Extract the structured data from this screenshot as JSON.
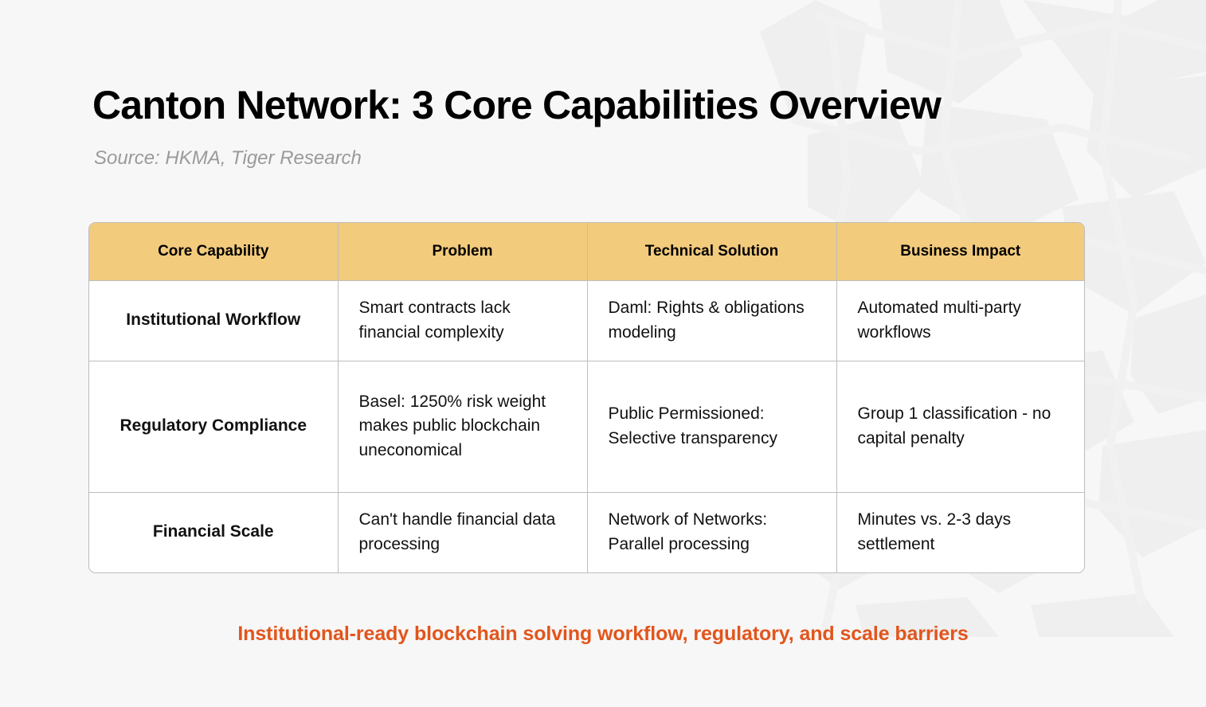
{
  "header": {
    "title": "Canton Network: 3 Core Capabilities Overview",
    "subtitle": "Source: HKMA, Tiger Research"
  },
  "table": {
    "columns": [
      "Core Capability",
      "Problem",
      "Technical Solution",
      "Business Impact"
    ],
    "rows": [
      {
        "capability": "Institutional Workflow",
        "problem": "Smart contracts lack financial complexity",
        "solution": "Daml: Rights & obligations modeling",
        "impact": "Automated multi-party workflows"
      },
      {
        "capability": "Regulatory Compliance",
        "problem": "Basel: 1250% risk weight makes public blockchain uneconomical",
        "solution": "Public Permissioned: Selective transparency",
        "impact": "Group 1 classification - no capital penalty"
      },
      {
        "capability": "Financial Scale",
        "problem": "Can't handle financial data processing",
        "solution": "Network of Networks: Parallel processing",
        "impact": "Minutes vs. 2-3 days settlement"
      }
    ]
  },
  "footer": {
    "caption": "Institutional-ready blockchain solving workflow, regulatory, and scale barriers"
  },
  "colors": {
    "background": "#F7F7F7",
    "header_fill": "#F3CB7C",
    "border": "#BDBDBD",
    "accent_orange": "#E2551C",
    "subtitle_gray": "#9A9A9A",
    "watermark": "#EFEFEF"
  }
}
